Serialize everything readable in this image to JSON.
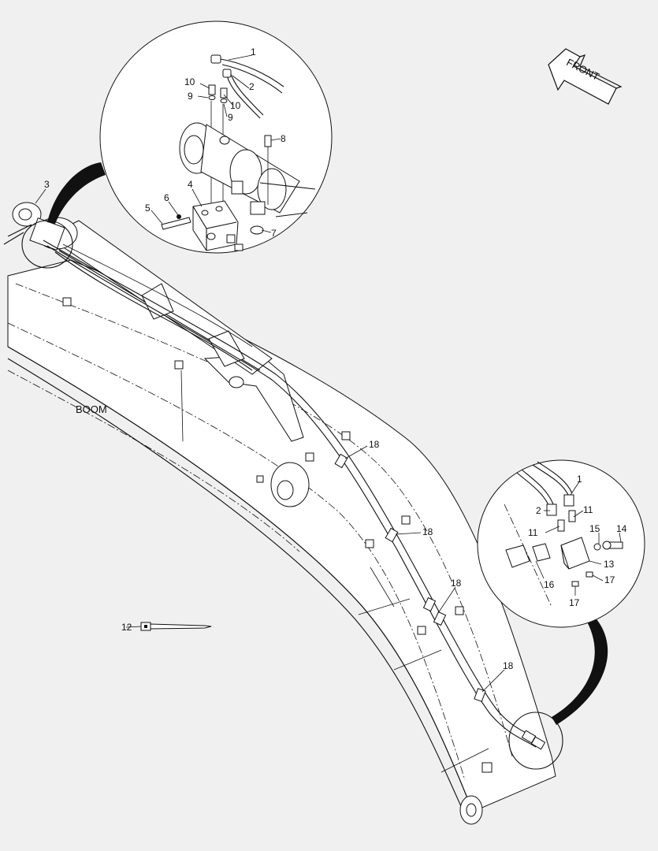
{
  "direction_label": "FRONT",
  "assembly_label": "BOOM",
  "callouts": {
    "c1a": "1",
    "c2a": "2",
    "c3": "3",
    "c4": "4",
    "c5": "5",
    "c6": "6",
    "c7": "7",
    "c8": "8",
    "c9a": "9",
    "c9b": "9",
    "c10a": "10",
    "c10b": "10",
    "c1b": "1",
    "c2b": "2",
    "c11a": "11",
    "c11b": "11",
    "c12": "12",
    "c13": "13",
    "c14": "14",
    "c15": "15",
    "c16": "16",
    "c17a": "17",
    "c17b": "17",
    "c18a": "18",
    "c18b": "18",
    "c18c": "18",
    "c18d": "18"
  }
}
